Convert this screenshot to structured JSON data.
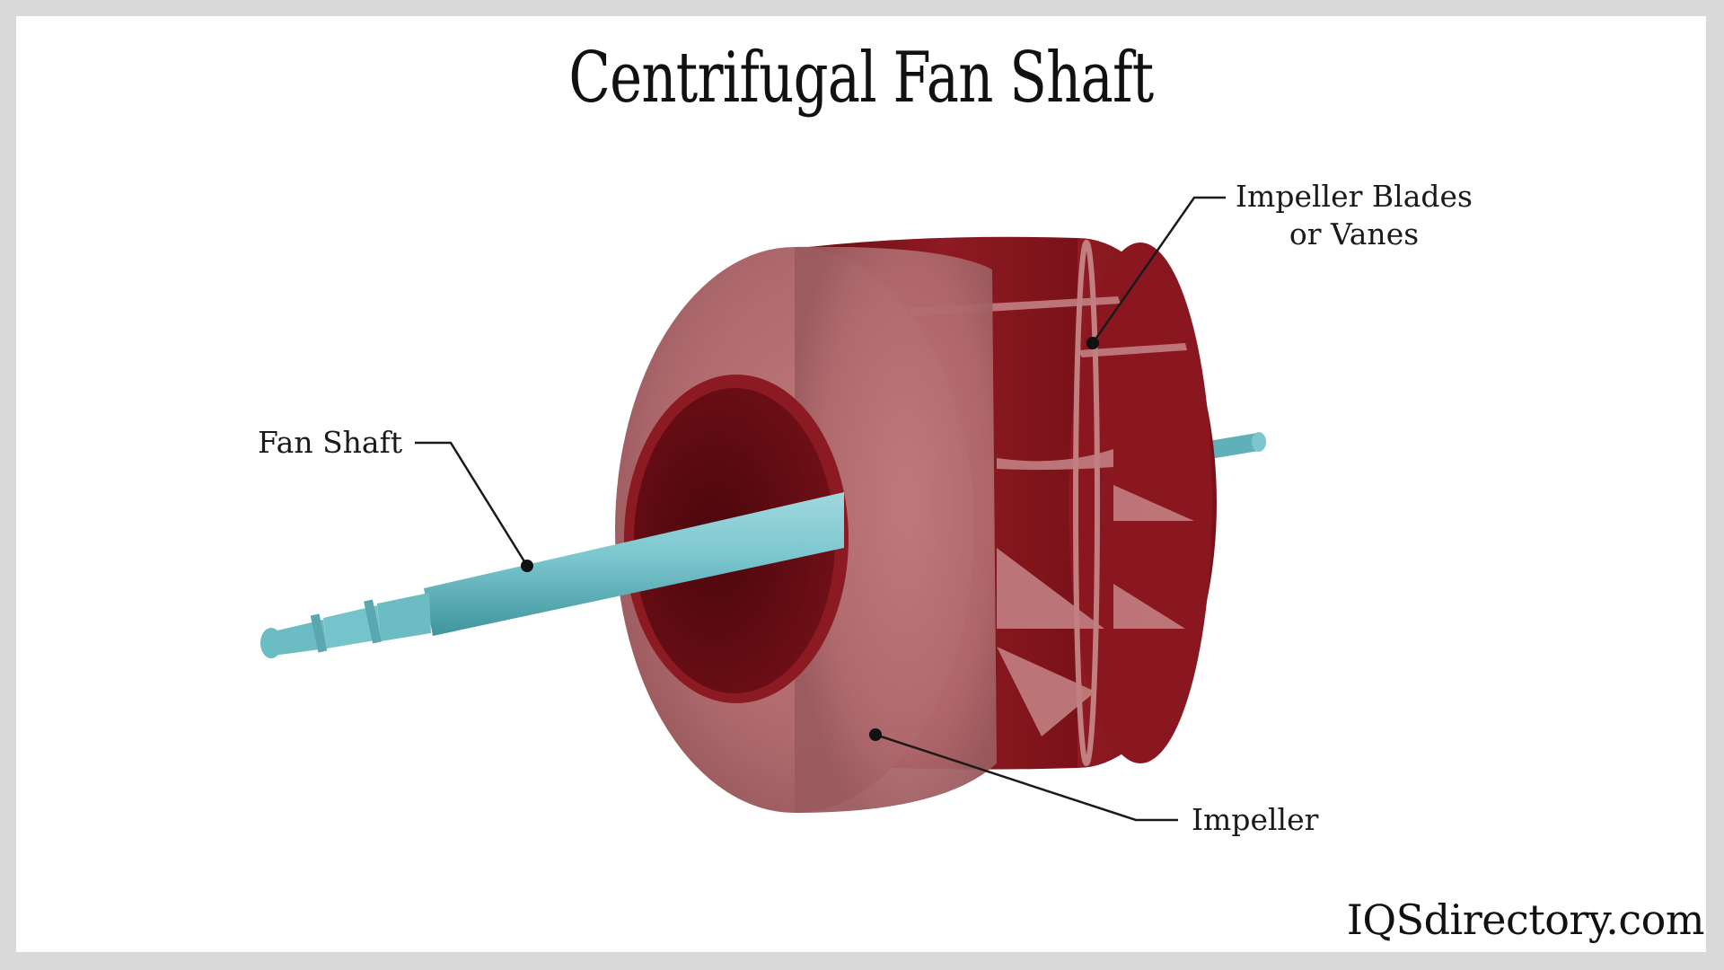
{
  "title": "Centrifugal Fan Shaft",
  "labels": {
    "impeller_blades_line1": "Impeller Blades",
    "impeller_blades_line2": "or Vanes",
    "fan_shaft": "Fan Shaft",
    "impeller": "Impeller"
  },
  "watermark": "IQSdirectory.com",
  "colors": {
    "frame": "#d9d9d9",
    "background": "#ffffff",
    "impeller_face": "#b06a6e",
    "impeller_dark": "#7a1219",
    "impeller_red": "#8e1a22",
    "shaft": "#6fc0c8",
    "leader_line": "#1a1a1a"
  }
}
